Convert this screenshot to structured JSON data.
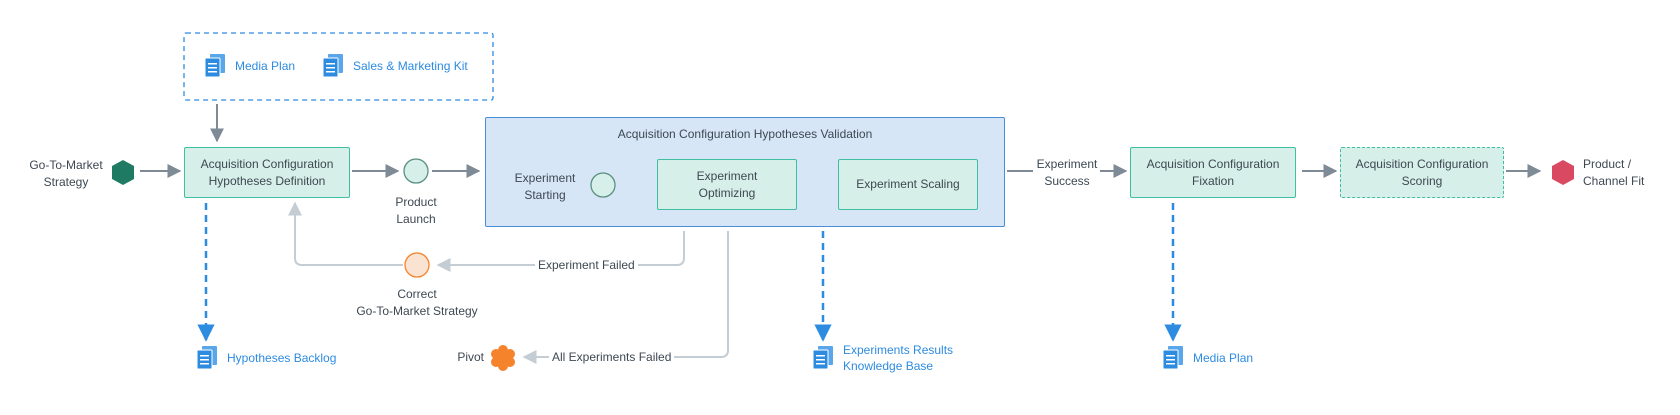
{
  "colors": {
    "green_fill": "#d7efe9",
    "green_stroke": "#3fbfa2",
    "blue_fill": "#d6e6f7",
    "blue_stroke": "#4a8fd6",
    "doc_blue": "#2d8be0",
    "arrow_gray": "#7e8a96",
    "light_arrow": "#c4ccd4",
    "start_hex": "#1f7a64",
    "end_hex": "#d94a62",
    "pivot_orange": "#f5832b"
  },
  "inputs": {
    "media_plan": "Media Plan",
    "sales_kit": "Sales & Marketing Kit"
  },
  "nodes": {
    "start": [
      "Go-To-Market",
      "Strategy"
    ],
    "hypotheses_definition": [
      "Acquisition Configuration",
      "Hypotheses Definition"
    ],
    "product_launch": [
      "Product",
      "Launch"
    ],
    "validation_title": "Acquisition Configuration Hypotheses Validation",
    "experiment_starting": [
      "Experiment",
      "Starting"
    ],
    "experiment_optimizing": [
      "Experiment",
      "Optimizing"
    ],
    "experiment_scaling": "Experiment Scaling",
    "experiment_success": [
      "Experiment",
      "Success"
    ],
    "fixation": [
      "Acquisition Configuration",
      "Fixation"
    ],
    "scoring": [
      "Acquisition Configuration",
      "Scoring"
    ],
    "end": [
      "Product /",
      "Channel Fit"
    ],
    "correct_strategy": [
      "Correct",
      "Go-To-Market Strategy"
    ],
    "pivot": "Pivot"
  },
  "edges": {
    "experiment_failed": "Experiment Failed",
    "all_failed": "All Experiments Failed"
  },
  "outputs": {
    "hypotheses_backlog": "Hypotheses Backlog",
    "results_kb": [
      "Experiments Results",
      "Knowledge Base"
    ],
    "media_plan_out": "Media Plan"
  },
  "icons": {
    "document": "document-stack-icon",
    "start": "hexagon-icon",
    "end": "hexagon-icon",
    "pivot": "flower-icon"
  }
}
